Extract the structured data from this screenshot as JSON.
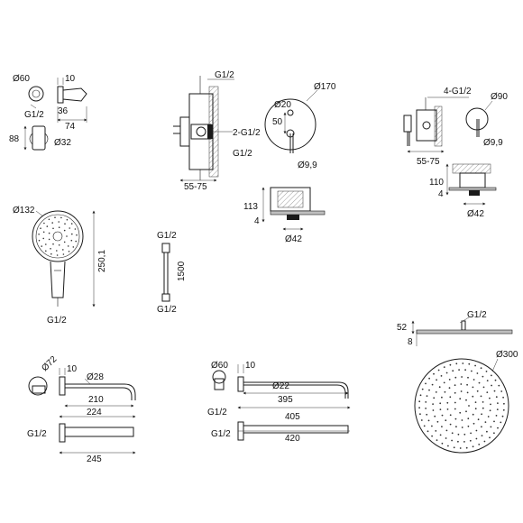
{
  "wall_elbow": {
    "diameter_label": "Ø60",
    "thread_label": "G1/2",
    "depth_label": "10",
    "offset_label": "36",
    "length_label": "74"
  },
  "holder": {
    "height_label": "88",
    "diameter_label": "Ø32"
  },
  "mixer_box_large": {
    "thread_top": "G1/2",
    "thread_side": "2-G1/2",
    "thread_bottom": "G1/2",
    "depth_range": "55-75"
  },
  "mixer_plate_large": {
    "plate_diameter": "Ø170",
    "knob_diameter": "Ø20",
    "offset": "50",
    "spout_diameter": "Ø9,9"
  },
  "mixer_box_small": {
    "thread_label": "4-G1/2",
    "depth_range": "55-75"
  },
  "mixer_plate_small": {
    "plate_diameter": "Ø90",
    "spout_diameter": "Ø9,9"
  },
  "mixer_side_large": {
    "height_label": "113",
    "plate_label": "4",
    "diameter_label": "Ø42"
  },
  "mixer_side_small": {
    "height_label": "110",
    "plate_label": "4",
    "diameter_label": "Ø42"
  },
  "hand_shower": {
    "head_diameter": "Ø132",
    "length_label": "250,1",
    "thread_label": "G1/2"
  },
  "hose": {
    "thread_top": "G1/2",
    "length_label": "1500",
    "thread_bottom": "G1/2"
  },
  "spout_short": {
    "rosette_diameter": "Ø72",
    "depth_label": "10",
    "pipe_diameter": "Ø28",
    "reach_label": "210",
    "total_label": "224",
    "thread_label": "G1/2",
    "bottom_length": "245"
  },
  "shower_arm": {
    "rosette_diameter": "Ø60",
    "depth_label": "10",
    "pipe_diameter": "Ø22",
    "reach_label": "395",
    "total_label": "405",
    "thread_label": "G1/2",
    "thread_label_2": "G1/2",
    "bottom_length": "420"
  },
  "rain_head": {
    "thread_label": "G1/2",
    "height_label": "52",
    "plate_label": "8",
    "diameter_label": "Ø300"
  },
  "colors": {
    "line": "#1a1a1a",
    "background": "#ffffff"
  }
}
